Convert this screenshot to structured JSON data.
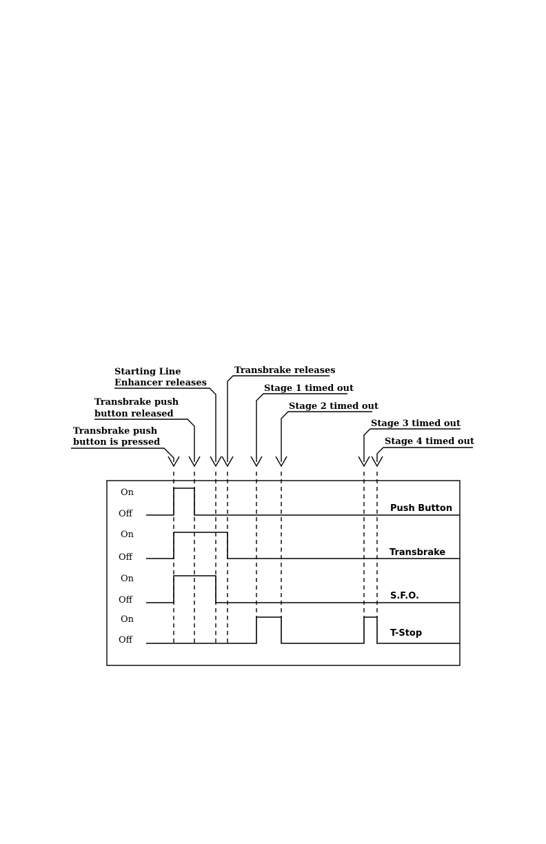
{
  "annotations": {
    "starting_line_enhancer": [
      "Starting Line",
      "Enhancer releases"
    ],
    "transbrake_releases": [
      "Transbrake releases"
    ],
    "transbrake_button_released": [
      "Transbrake push",
      "button released"
    ],
    "stage1": [
      "Stage 1 timed out"
    ],
    "stage2": [
      "Stage 2 timed out"
    ],
    "transbrake_button_pressed": [
      "Transbrake push",
      "button is pressed"
    ],
    "stage3": [
      "Stage 3 timed out"
    ],
    "stage4": [
      "Stage 4 timed out"
    ]
  },
  "signals": [
    {
      "name": "Push Button",
      "on_label": "On",
      "off_label": "Off"
    },
    {
      "name": "Transbrake",
      "on_label": "On",
      "off_label": "Off"
    },
    {
      "name": "S.F.O.",
      "on_label": "On",
      "off_label": "Off"
    },
    {
      "name": "T-Stop",
      "on_label": "On",
      "off_label": "Off"
    }
  ]
}
